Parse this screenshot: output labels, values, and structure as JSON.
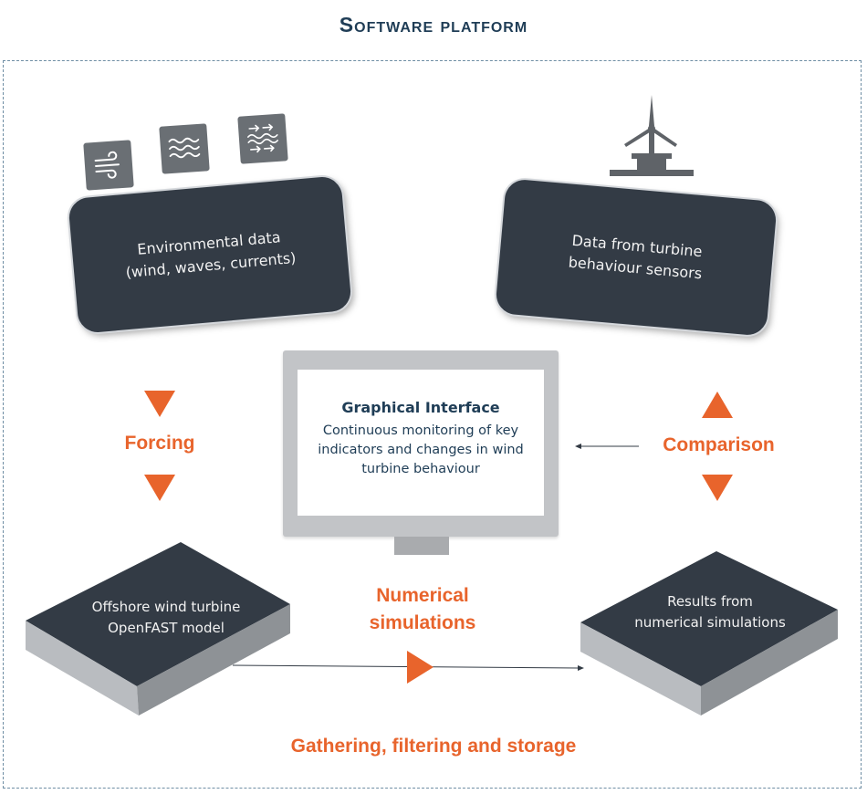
{
  "title": "Software platform",
  "colors": {
    "accent": "#e8642c",
    "navy": "#1f3d56",
    "panel": "#333b45",
    "icon_bg": "#6a6f74"
  },
  "env_panel": {
    "line1": "Environmental data",
    "line2": "(wind, waves, currents)",
    "icons": [
      "wind-icon",
      "waves-icon",
      "currents-icon"
    ]
  },
  "sensor_panel": {
    "line1": "Data from turbine",
    "line2": "behaviour sensors",
    "icon": "wind-turbine-icon"
  },
  "monitor": {
    "title": "Graphical Interface",
    "description": "Continuous monitoring of key indicators and changes in wind turbine behaviour"
  },
  "labels": {
    "forcing": "Forcing",
    "comparison": "Comparison",
    "numerical_line1": "Numerical",
    "numerical_line2": "simulations",
    "gathering": "Gathering, filtering and storage"
  },
  "model_block": {
    "line1": "Offshore wind turbine",
    "line2": "OpenFAST model"
  },
  "results_block": {
    "line1": "Results from",
    "line2": "numerical simulations"
  }
}
